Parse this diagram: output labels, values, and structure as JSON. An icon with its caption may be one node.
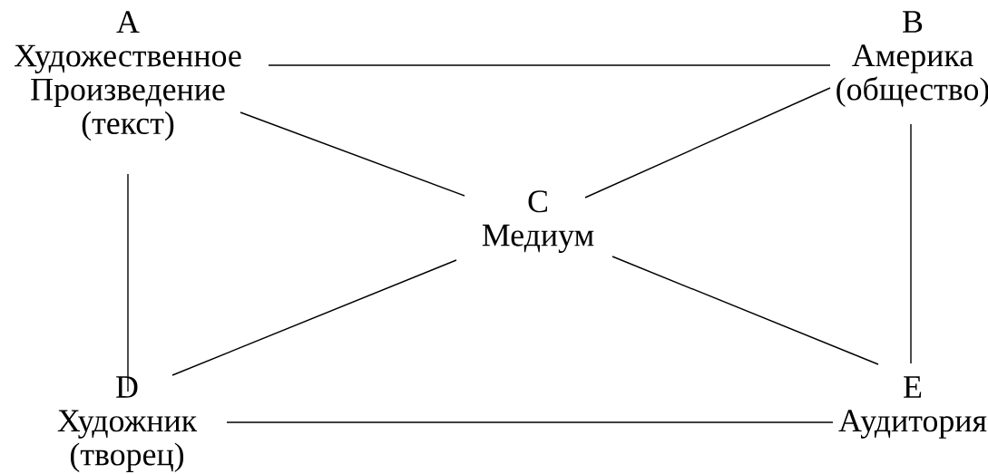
{
  "diagram": {
    "nodes": [
      {
        "text": [
          "A",
          "Художественное Произведение (текст)"
        ]
      },
      {
        "text": [
          "B",
          "Америка (общество)"
        ]
      },
      {
        "text": [
          "C",
          "Медиум"
        ]
      },
      {
        "text": [
          "D",
          "Художник (творец)"
        ]
      },
      {
        "text": [
          "E",
          "Аудитория"
        ]
      }
    ],
    "edges": [
      {
        "from": 0,
        "to": 1,
        "arrow": "none"
      },
      {
        "from": 0,
        "to": 2,
        "arrow": "none"
      },
      {
        "from": 0,
        "to": 3,
        "arrow": "none"
      },
      {
        "from": 1,
        "to": 2,
        "arrow": "none"
      },
      {
        "from": 1,
        "to": 4,
        "arrow": "none"
      },
      {
        "from": 2,
        "to": 3,
        "arrow": "none"
      },
      {
        "from": 2,
        "to": 4,
        "arrow": "none"
      },
      {
        "from": 3,
        "to": 4,
        "arrow": "none"
      }
    ]
  }
}
